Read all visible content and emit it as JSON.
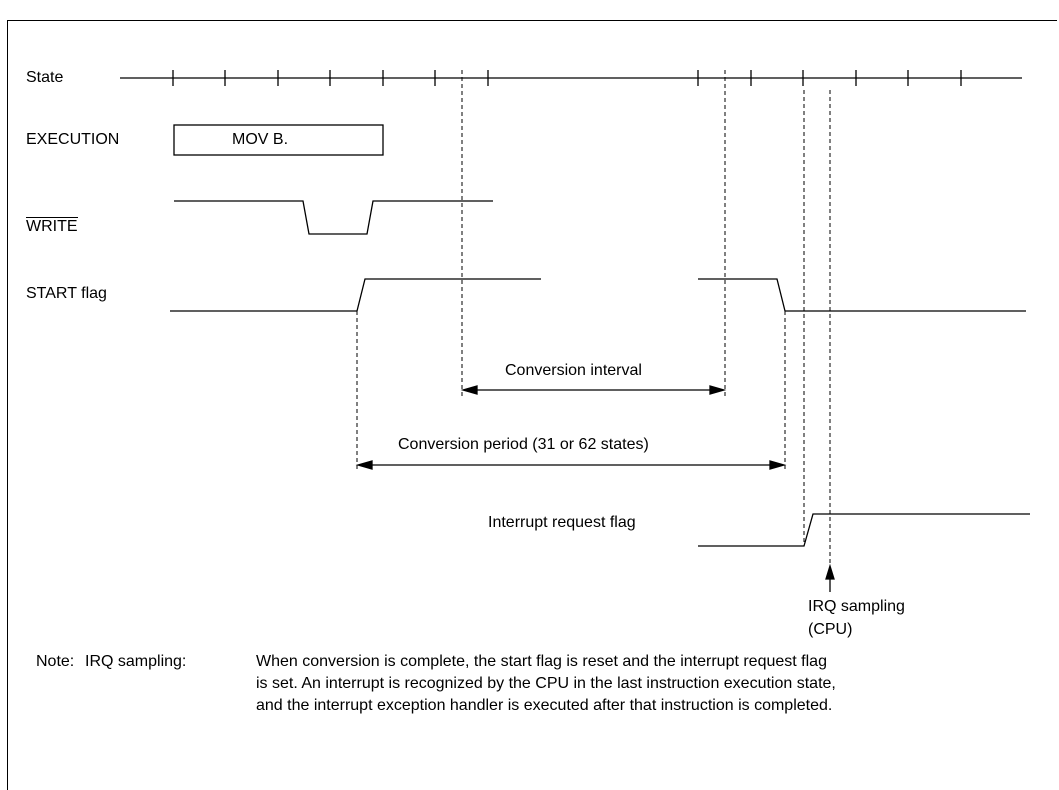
{
  "signals": {
    "state": "State",
    "execution": "EXECUTION",
    "write": "WRITE",
    "start_flag": "START flag",
    "interrupt_flag": "Interrupt request flag"
  },
  "execution_box": "MOV B.",
  "intervals": {
    "conversion_interval": "Conversion interval",
    "conversion_period": "Conversion period (31 or 62 states)"
  },
  "irq": {
    "line1": "IRQ sampling",
    "line2": "(CPU)"
  },
  "note": {
    "prefix": "Note:",
    "term": "IRQ sampling:",
    "lines": [
      "When conversion is complete, the start flag is reset and the interrupt request flag",
      "is set. An interrupt is recognized by the CPU in the last instruction execution state,",
      "and the interrupt exception handler is executed after that instruction is completed."
    ]
  }
}
